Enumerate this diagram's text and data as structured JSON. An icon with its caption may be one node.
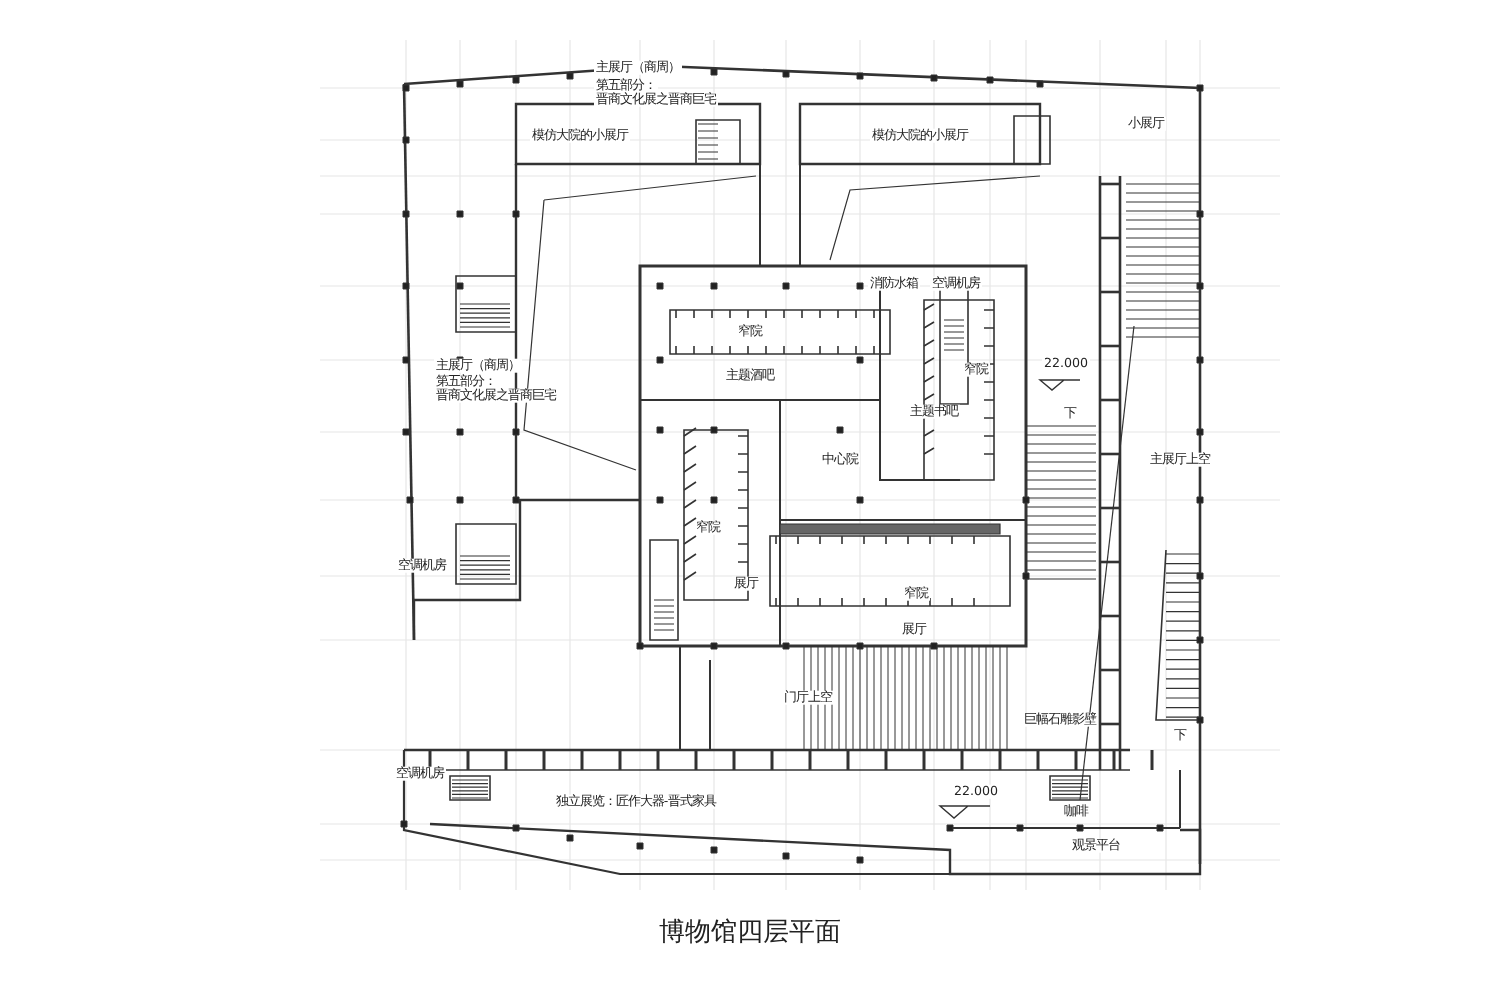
{
  "diagram": {
    "caption": "博物馆四层平面",
    "labels": [
      "主展厅（商周）",
      "第五部分：",
      "晋商文化展之晋商巨宅",
      "模仿大院的小展厅",
      "模仿大院的小展厅",
      "小展厅",
      "消防水箱",
      "空调机房",
      "窄院",
      "主题酒吧",
      "窄院",
      "主题书吧",
      "22.000",
      "主展厅上空",
      "中心院",
      "下",
      "窄院",
      "空调机房",
      "展厅",
      "窄院",
      "展厅",
      "门厅上空",
      "巨幅石雕影壁",
      "下",
      "空调机房",
      "独立展览：匠作大器-晋式家具",
      "22.000",
      "咖啡",
      "观景平台",
      "主展厅（商周）",
      "第五部分：",
      "晋商文化展之晋商巨宅"
    ]
  }
}
